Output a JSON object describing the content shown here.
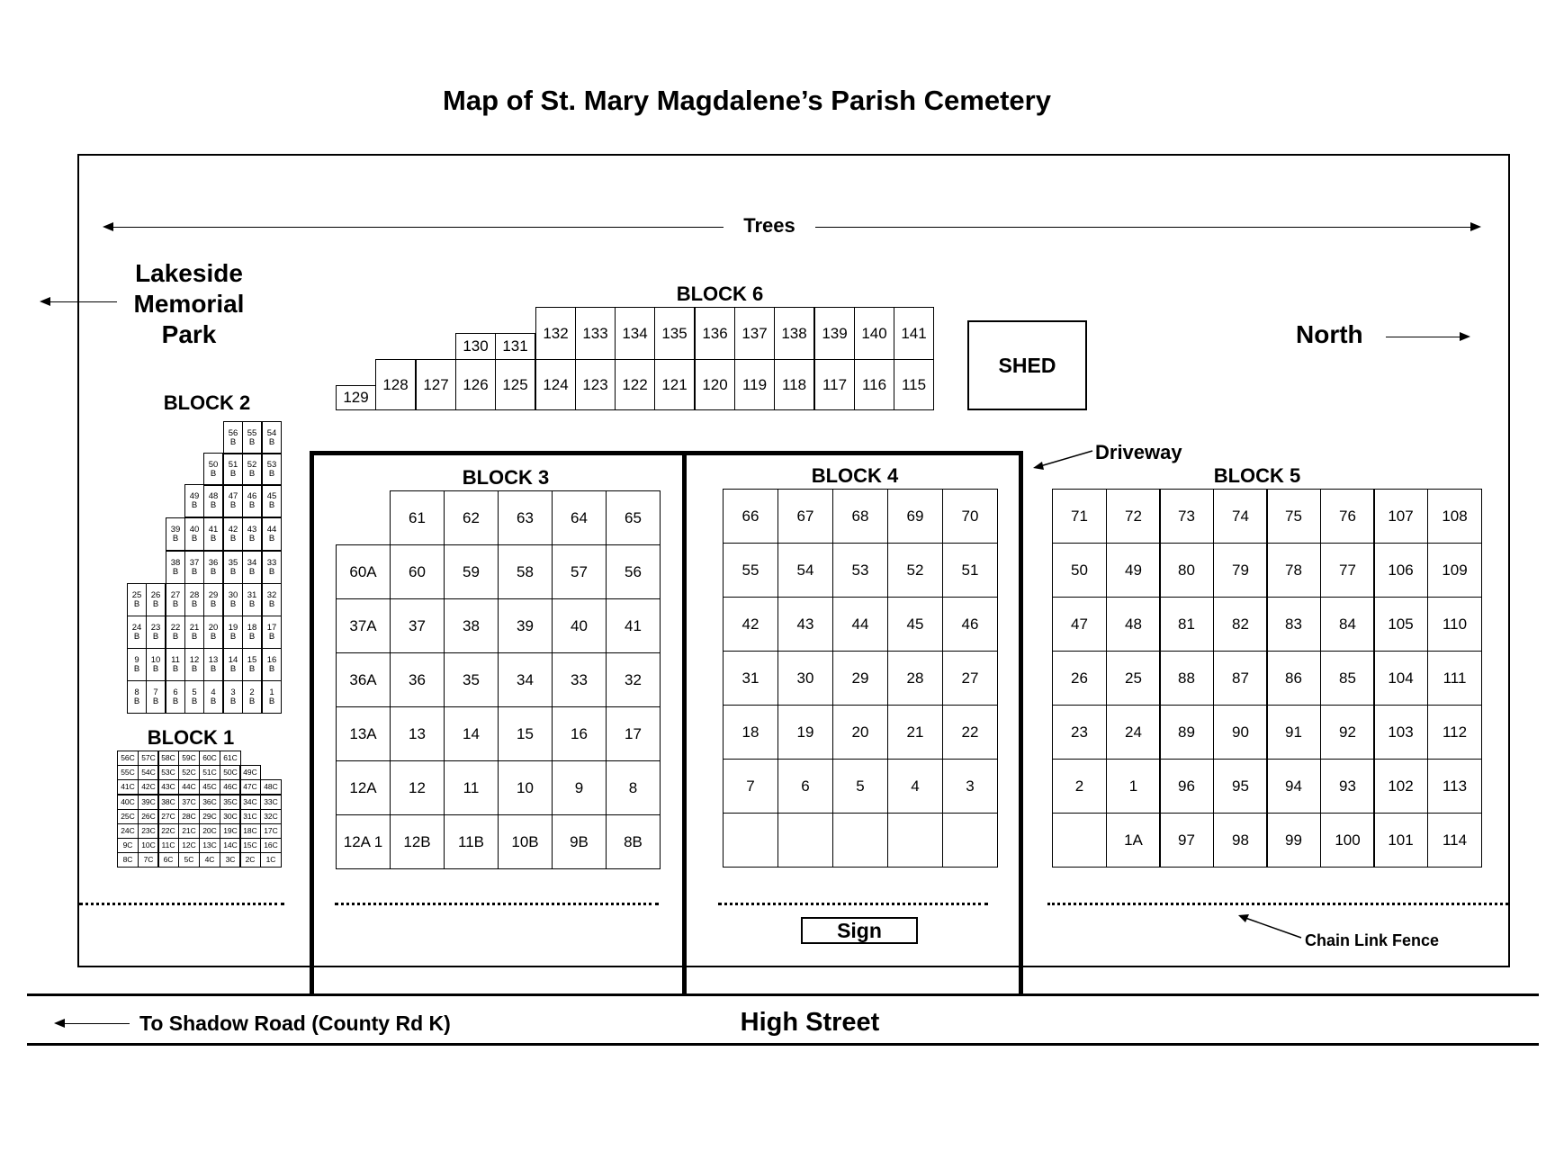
{
  "title": "Map of St. Mary Magdalene’s Parish Cemetery",
  "labels": {
    "trees": "Trees",
    "lakeside": [
      "Lakeside",
      "Memorial",
      "Park"
    ],
    "north": "North",
    "shed": "SHED",
    "driveway": "Driveway",
    "sign": "Sign",
    "chain_link_fence": "Chain Link Fence",
    "to_shadow_road": "To Shadow Road (County Rd K)",
    "high_street": "High Street"
  },
  "blocks": {
    "block1": {
      "name": "BLOCK 1",
      "rows": [
        [
          "56C",
          "57C",
          "58C",
          "59C",
          "60C",
          "61C"
        ],
        [
          "55C",
          "54C",
          "53C",
          "52C",
          "51C",
          "50C",
          "49C"
        ],
        [
          "41C",
          "42C",
          "43C",
          "44C",
          "45C",
          "46C",
          "47C",
          "48C"
        ],
        [
          "40C",
          "39C",
          "38C",
          "37C",
          "36C",
          "35C",
          "34C",
          "33C"
        ],
        [
          "25C",
          "26C",
          "27C",
          "28C",
          "29C",
          "30C",
          "31C",
          "32C"
        ],
        [
          "24C",
          "23C",
          "22C",
          "21C",
          "20C",
          "19C",
          "18C",
          "17C"
        ],
        [
          "9C",
          "10C",
          "11C",
          "12C",
          "13C",
          "14C",
          "15C",
          "16C"
        ],
        [
          "8C",
          "7C",
          "6C",
          "5C",
          "4C",
          "3C",
          "2C",
          "1C"
        ]
      ]
    },
    "block2": {
      "name": "BLOCK 2",
      "rows": [
        [
          "56 B",
          "55 B",
          "54 B"
        ],
        [
          "50 B",
          "51 B",
          "52 B",
          "53 B"
        ],
        [
          "49 B",
          "48 B",
          "47 B",
          "46 B",
          "45 B"
        ],
        [
          "39 B",
          "40 B",
          "41 B",
          "42 B",
          "43 B",
          "44 B"
        ],
        [
          "38 B",
          "37 B",
          "36 B",
          "35 B",
          "34 B",
          "33 B"
        ],
        [
          "25 B",
          "26 B",
          "27 B",
          "28 B",
          "29 B",
          "30 B",
          "31 B",
          "32 B"
        ],
        [
          "24 B",
          "23 B",
          "22 B",
          "21 B",
          "20 B",
          "19 B",
          "18 B",
          "17 B"
        ],
        [
          "9 B",
          "10 B",
          "11 B",
          "12 B",
          "13 B",
          "14 B",
          "15 B",
          "16 B"
        ],
        [
          "8 B",
          "7 B",
          "6 B",
          "5 B",
          "4 B",
          "3 B",
          "2 B",
          "1 B"
        ]
      ]
    },
    "block3": {
      "name": "BLOCK 3",
      "rows": [
        [
          "",
          "61",
          "62",
          "63",
          "64",
          "65"
        ],
        [
          "60A",
          "60",
          "59",
          "58",
          "57",
          "56"
        ],
        [
          "37A",
          "37",
          "38",
          "39",
          "40",
          "41"
        ],
        [
          "36A",
          "36",
          "35",
          "34",
          "33",
          "32"
        ],
        [
          "13A",
          "13",
          "14",
          "15",
          "16",
          "17"
        ],
        [
          "12A",
          "12",
          "11",
          "10",
          "9",
          "8"
        ],
        [
          "12A 1",
          "12B",
          "11B",
          "10B",
          "9B",
          "8B"
        ]
      ]
    },
    "block4": {
      "name": "BLOCK 4",
      "rows": [
        [
          "66",
          "67",
          "68",
          "69",
          "70"
        ],
        [
          "55",
          "54",
          "53",
          "52",
          "51"
        ],
        [
          "42",
          "43",
          "44",
          "45",
          "46"
        ],
        [
          "31",
          "30",
          "29",
          "28",
          "27"
        ],
        [
          "18",
          "19",
          "20",
          "21",
          "22"
        ],
        [
          "7",
          "6",
          "5",
          "4",
          "3"
        ],
        [
          "",
          "",
          "",
          "",
          ""
        ]
      ]
    },
    "block5": {
      "name": "BLOCK 5",
      "rows": [
        [
          "71",
          "72",
          "73",
          "74",
          "75",
          "76",
          "107",
          "108"
        ],
        [
          "50",
          "49",
          "80",
          "79",
          "78",
          "77",
          "106",
          "109"
        ],
        [
          "47",
          "48",
          "81",
          "82",
          "83",
          "84",
          "105",
          "110"
        ],
        [
          "26",
          "25",
          "88",
          "87",
          "86",
          "85",
          "104",
          "111"
        ],
        [
          "23",
          "24",
          "89",
          "90",
          "91",
          "92",
          "103",
          "112"
        ],
        [
          "2",
          "1",
          "96",
          "95",
          "94",
          "93",
          "102",
          "113"
        ],
        [
          "",
          "1A",
          "97",
          "98",
          "99",
          "100",
          "101",
          "114"
        ]
      ]
    },
    "block6": {
      "name": "BLOCK 6",
      "top": [
        "130",
        "131",
        "132",
        "133",
        "134",
        "135",
        "136",
        "137",
        "138",
        "139",
        "140",
        "141"
      ],
      "bottom": [
        "129",
        "128",
        "127",
        "126",
        "125",
        "124",
        "123",
        "122",
        "121",
        "120",
        "119",
        "118",
        "117",
        "116",
        "115"
      ]
    }
  }
}
